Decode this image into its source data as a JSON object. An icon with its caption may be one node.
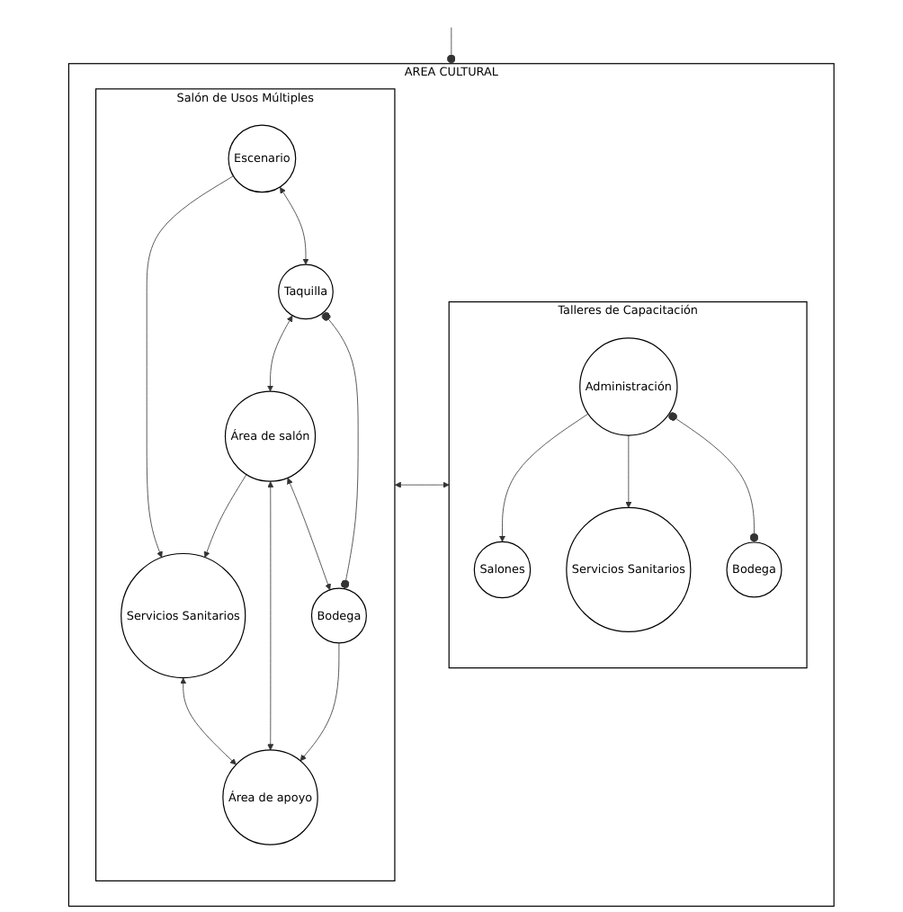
{
  "diagram": {
    "nodes": [
      {
        "text": [
          "AREA CULTURAL"
        ]
      },
      {
        "text": [
          "Salón de Usos Múltiples"
        ],
        "in": 0
      },
      {
        "text": [
          "Escenario"
        ],
        "in": 1
      },
      {
        "text": [
          "Servicios Sanitarios"
        ],
        "in": 1
      },
      {
        "text": [
          "Área de salón"
        ],
        "in": 1
      },
      {
        "text": [
          "Taquilla"
        ],
        "in": 1
      },
      {
        "text": [
          "Área de apoyo"
        ],
        "in": 1
      },
      {
        "text": [
          "Bodega"
        ],
        "in": 1
      },
      {
        "text": [
          "Talleres de Capacitación"
        ],
        "in": 0
      },
      {
        "text": [
          "Salones"
        ],
        "in": 8
      },
      {
        "text": [
          "Servicios Sanitarios"
        ],
        "in": 8
      },
      {
        "text": [
          "Administración"
        ],
        "in": 8
      },
      {
        "text": [
          "Bodega"
        ],
        "in": 8
      }
    ],
    "edges": [
      {
        "from": 2,
        "to": 3,
        "arrow": "to"
      },
      {
        "from": 2,
        "to": 5,
        "arrow": "both"
      },
      {
        "from": 4,
        "to": 3,
        "arrow": "to"
      },
      {
        "from": 3,
        "to": 6,
        "arrow": "both"
      },
      {
        "from": 4,
        "to": 6,
        "arrow": "both"
      },
      {
        "from": 5,
        "to": 4,
        "arrow": "both"
      },
      {
        "from": 4,
        "to": 7,
        "arrow": "both"
      },
      {
        "from": 7,
        "to": 6,
        "arrow": "to"
      },
      {
        "from": 5,
        "to": 7,
        "arrow": "other"
      },
      {
        "from": 1,
        "to": 8,
        "arrow": "both"
      },
      {
        "from": 11,
        "to": 9,
        "arrow": "to"
      },
      {
        "from": 11,
        "to": 10,
        "arrow": "to"
      },
      {
        "from": 11,
        "to": 12,
        "arrow": "other"
      },
      {
        "from": 0,
        "to": null,
        "arrow": "other"
      }
    ]
  }
}
